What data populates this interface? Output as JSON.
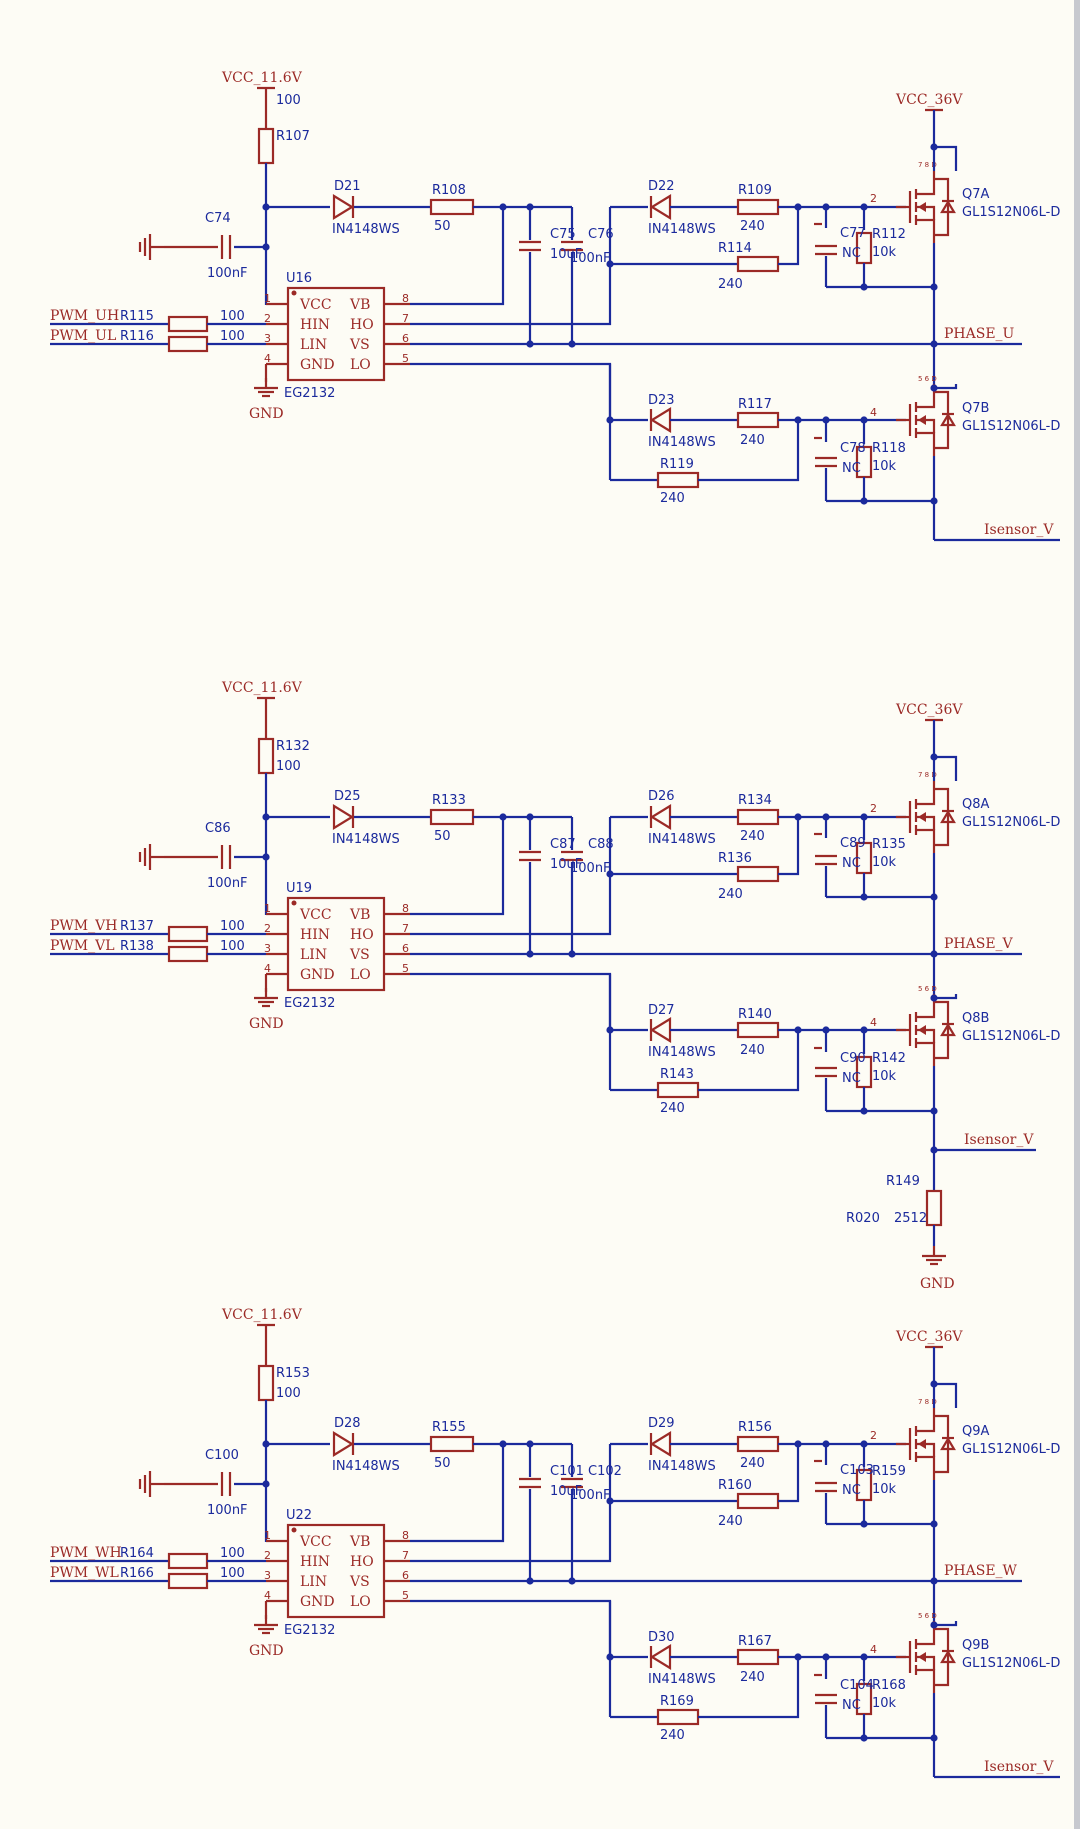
{
  "blocks": [
    {
      "vcc_low": "VCC_11.6V",
      "r_top": "R107",
      "r_top_val": "100",
      "c_in": "C74",
      "c_in_val": "100nF",
      "d1": "D21",
      "d1_val": "IN4148WS",
      "r_boot": "R108",
      "r_boot_val": "50",
      "cb1": "C75",
      "cb2": "C76",
      "cb1_val": "10uF",
      "cb2_val": "100nF",
      "ic": "U16",
      "ic_val": "EG2132",
      "pwm_h": "PWM_UH",
      "pwm_l": "PWM_UL",
      "rh": "R115",
      "rl": "R116",
      "rh_val": "100",
      "rl_val": "100",
      "gnd": "GND",
      "dh": "D22",
      "dh_val": "IN4148WS",
      "rgh1": "R109",
      "rgh1_val": "240",
      "rgh2": "R114",
      "rgh2_val": "240",
      "ch": "C77",
      "ch_val": "NC",
      "rgsh": "R112",
      "rgsh_val": "10k",
      "vcc_high": "VCC_36V",
      "qh": "Q7A",
      "q_val": "GL1S12N06L-D",
      "phase": "PHASE_U",
      "dl": "D23",
      "dl_val": "IN4148WS",
      "rgl1": "R117",
      "rgl1_val": "240",
      "rgl2": "R119",
      "rgl2_val": "240",
      "cl": "C78",
      "cl_val": "NC",
      "rgsl": "R118",
      "rgsl_val": "10k",
      "ql": "Q7B",
      "ql_val": "GL1S12N06L-D",
      "isense": "Isensor_V",
      "shunt": null
    },
    {
      "vcc_low": "VCC_11.6V",
      "r_top": "R132",
      "r_top_val": "100",
      "c_in": "C86",
      "c_in_val": "100nF",
      "d1": "D25",
      "d1_val": "IN4148WS",
      "r_boot": "R133",
      "r_boot_val": "50",
      "cb1": "C87",
      "cb2": "C88",
      "cb1_val": "10uF",
      "cb2_val": "100nF",
      "ic": "U19",
      "ic_val": "EG2132",
      "pwm_h": "PWM_VH",
      "pwm_l": "PWM_VL",
      "rh": "R137",
      "rl": "R138",
      "rh_val": "100",
      "rl_val": "100",
      "gnd": "GND",
      "dh": "D26",
      "dh_val": "IN4148WS",
      "rgh1": "R134",
      "rgh1_val": "240",
      "rgh2": "R136",
      "rgh2_val": "240",
      "ch": "C89",
      "ch_val": "NC",
      "rgsh": "R135",
      "rgsh_val": "10k",
      "vcc_high": "VCC_36V",
      "qh": "Q8A",
      "q_val": "GL1S12N06L-D",
      "phase": "PHASE_V",
      "dl": "D27",
      "dl_val": "IN4148WS",
      "rgl1": "R140",
      "rgl1_val": "240",
      "rgl2": "R143",
      "rgl2_val": "240",
      "cl": "C90",
      "cl_val": "NC",
      "rgsl": "R142",
      "rgsl_val": "10k",
      "ql": "Q8B",
      "ql_val": "GL1S12N06L-D",
      "isense": "Isensor_V",
      "shunt": {
        "name": "R149",
        "val": "R020",
        "pkg": "2512",
        "gnd": "GND"
      }
    },
    {
      "vcc_low": "VCC_11.6V",
      "r_top": "R153",
      "r_top_val": "100",
      "c_in": "C100",
      "c_in_val": "100nF",
      "d1": "D28",
      "d1_val": "IN4148WS",
      "r_boot": "R155",
      "r_boot_val": "50",
      "cb1": "C101",
      "cb2": "C102",
      "cb1_val": "10uF",
      "cb2_val": "100nF",
      "ic": "U22",
      "ic_val": "EG2132",
      "pwm_h": "PWM_WH",
      "pwm_l": "PWM_WL",
      "rh": "R164",
      "rl": "R166",
      "rh_val": "100",
      "rl_val": "100",
      "gnd": "GND",
      "dh": "D29",
      "dh_val": "IN4148WS",
      "rgh1": "R156",
      "rgh1_val": "240",
      "rgh2": "R160",
      "rgh2_val": "240",
      "ch": "C103",
      "ch_val": "NC",
      "rgsh": "R159",
      "rgsh_val": "10k",
      "vcc_high": "VCC_36V",
      "qh": "Q9A",
      "q_val": "GL1S12N06L-D",
      "phase": "PHASE_W",
      "dl": "D30",
      "dl_val": "IN4148WS",
      "rgl1": "R167",
      "rgl1_val": "240",
      "rgl2": "R169",
      "rgl2_val": "240",
      "cl": "C104",
      "cl_val": "NC",
      "rgsl": "R168",
      "rgsl_val": "10k",
      "ql": "Q9B",
      "ql_val": "GL1S12N06L-D",
      "isense": "Isensor_V",
      "shunt": null
    }
  ],
  "ic_pins": {
    "left": [
      "VCC",
      "HIN",
      "LIN",
      "GND"
    ],
    "right": [
      "VB",
      "HO",
      "VS",
      "LO"
    ],
    "left_nums": [
      "1",
      "2",
      "3",
      "4"
    ],
    "right_nums": [
      "8",
      "7",
      "6",
      "5"
    ]
  },
  "gate_pin_numbers": {
    "high": "2",
    "low": "4"
  },
  "colors": {
    "wire": "#1b2a9c",
    "component": "#9b2a26",
    "background": "#fdfcf5"
  }
}
